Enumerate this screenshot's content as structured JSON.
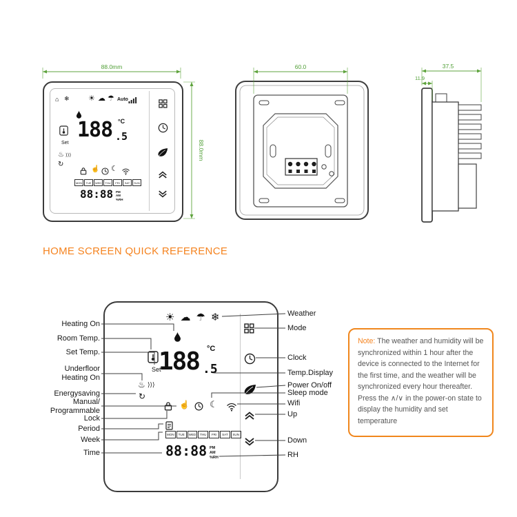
{
  "heading": "HOME SCREEN QUICK REFERENCE",
  "dimensions": {
    "front_width": "88.0mm",
    "front_height": "88.0mm",
    "back_width": "60.0",
    "side_depth": "37.5",
    "side_flange": "11.9"
  },
  "screen": {
    "temp_int": "188",
    "temp_dec": ".5",
    "unit": "°C",
    "set": "Set",
    "auto": "Auto",
    "time": "88:88",
    "pm": "PM",
    "am": "AM",
    "rh_unit": "%RH",
    "week": [
      "MON",
      "TUE",
      "WED",
      "THU",
      "FRI",
      "SAT",
      "SUN"
    ]
  },
  "glyphs": {
    "sun": "☀",
    "cloud": "☁",
    "rain": "☂",
    "snow": "❄",
    "home": "⌂",
    "radiator": "♨",
    "heat_waves": "⟩⟩⟩",
    "eco": "↻",
    "hand": "☝",
    "moon": "☾"
  },
  "labels_left": {
    "heating_on": "Heating On",
    "room_temp": "Room Temp.",
    "set_temp": "Set  Temp.",
    "underfloor_1": "Underfloor",
    "underfloor_2": "Heating On",
    "energysaving": "Energysaving",
    "manual_1": "Manual/",
    "manual_2": "Programmable",
    "lock": "Lock",
    "period": "Period",
    "week": "Week",
    "time": "Time"
  },
  "labels_right": {
    "weather": "Weather",
    "mode": "Mode",
    "clock": "Clock",
    "temp_display": "Temp.Display",
    "power": "Power On/off",
    "sleep": "Sleep mode",
    "wifi": "Wifi",
    "up": "Up",
    "down": "Down",
    "rh": "RH"
  },
  "note": {
    "label": "Note:",
    "body": "The weather and humidity will be synchronized within 1 hour after the device is connected to the Internet for the first time, and the weather will be synchronized every hour thereafter. Press the ∧/∨ in the power-on state to display the humidity and set temperature"
  },
  "colors": {
    "accent_orange": "#F5831F",
    "dimension_green": "#5EA33C"
  }
}
